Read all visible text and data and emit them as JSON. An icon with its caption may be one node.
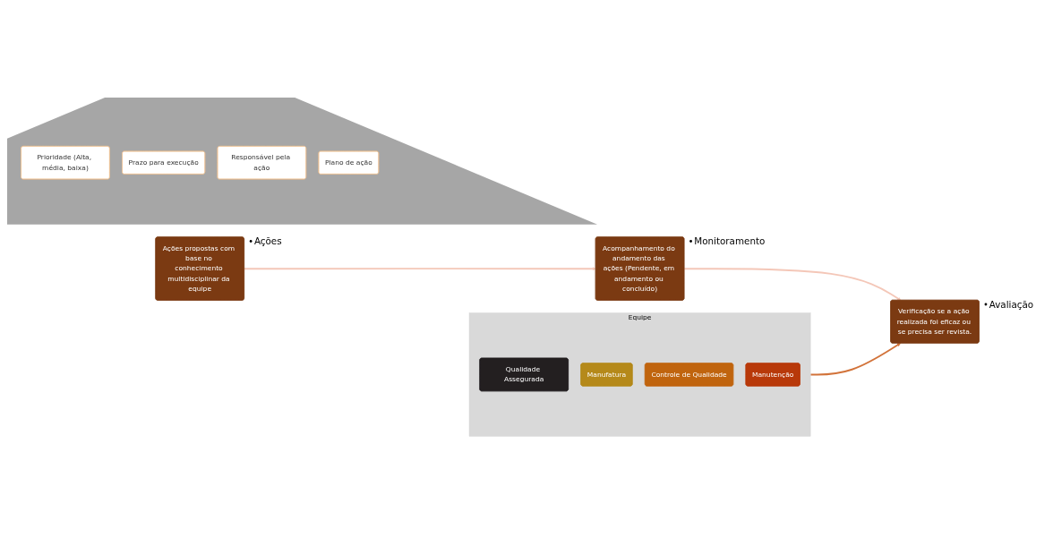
{
  "diagram": {
    "nodes": [
      {
        "text": [
          "Equipe"
        ]
      },
      {
        "text": [
          "Qualidade Assegurada"
        ],
        "in": 0
      },
      {
        "text": [
          "Manufatura"
        ],
        "in": 0
      },
      {
        "text": [
          "Controle de Qualidade"
        ],
        "in": 0
      },
      {
        "text": [
          "Manutenção"
        ],
        "in": 0
      },
      {
        "text": [
          "Ações propostas com base no conhecimento multidisciplinar da equipe"
        ],
        "beside": [
          "Ações"
        ]
      },
      {
        "text": [
          "Acompanhamento do andamento das ações (Pendente, em andamento ou concluído)"
        ],
        "beside": [
          "Monitoramento"
        ]
      },
      {
        "text": [
          "Verificação se a ação realizada foi eficaz ou se precisa ser revista."
        ],
        "beside": [
          "Avaliação"
        ]
      },
      {
        "text": [],
        "shape": "triangle"
      },
      {
        "text": [
          "Prioridade (Alta, média, baixa)"
        ],
        "in": 8
      },
      {
        "text": [
          "Prazo para execução"
        ],
        "in": 8
      },
      {
        "text": [
          "Responsável pela ação"
        ],
        "in": 8
      },
      {
        "text": [
          "Plano de ação"
        ],
        "in": 8
      }
    ],
    "edges": [
      {
        "from": 5,
        "to": 6,
        "arrow": "to",
        "color": "#f4c7b8"
      },
      {
        "from": 6,
        "to": 7,
        "arrow": "to",
        "color": "#f4c7b8"
      },
      {
        "from": 0,
        "to": 7,
        "arrow": "to",
        "color": "#d2733a"
      }
    ]
  }
}
